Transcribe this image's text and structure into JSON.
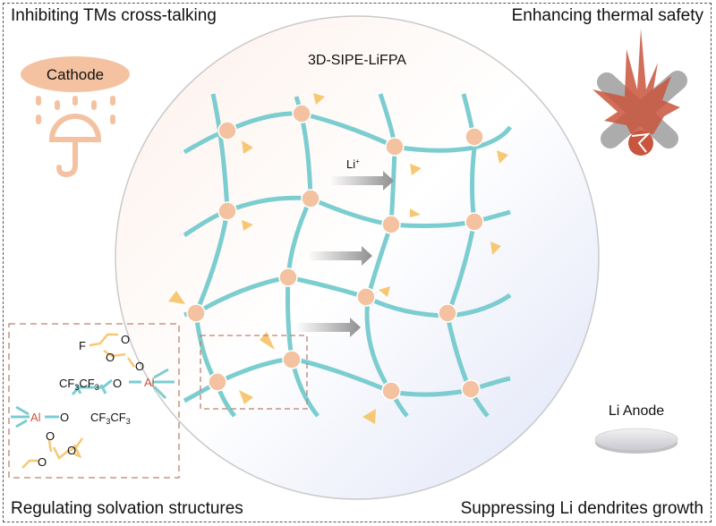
{
  "corner_labels": {
    "top_left": "Inhibiting TMs cross-talking",
    "top_right": "Enhancing thermal safety",
    "bottom_left": "Regulating solvation structures",
    "bottom_right": "Suppressing Li dendrites growth"
  },
  "center": {
    "title": "3D-SIPE-LiFPA",
    "ion_label": "Li",
    "ion_charge": "+"
  },
  "cathode": {
    "label": "Cathode"
  },
  "anode": {
    "label": "Li Anode"
  },
  "molecule": {
    "atom_F": "F",
    "atom_O": "O",
    "atom_Al": "Al",
    "group_CF3": "CF",
    "subscript_3": "3"
  },
  "colors": {
    "network": "#7ccdd0",
    "node": "#f4c2a0",
    "anion": "#f7c873",
    "cathode": "#f4c2a0",
    "dash_box": "#c0806a",
    "explosion": "#c8553d",
    "cross": "#a8a8a8",
    "al": "#c8553d"
  }
}
